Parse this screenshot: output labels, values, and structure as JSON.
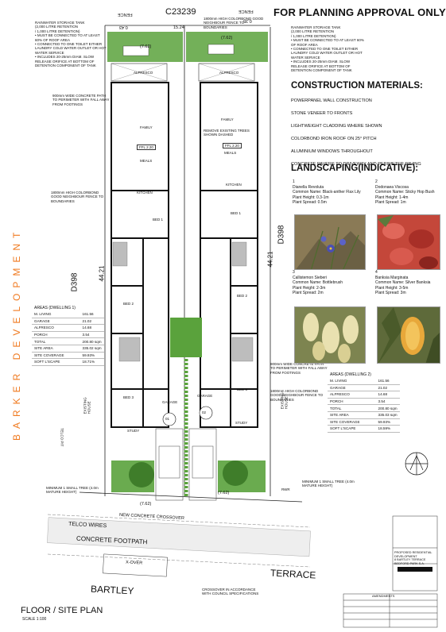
{
  "header": {
    "lot_label": "C23239",
    "approval_text": "FOR PLANNING APPROVAL ONLY",
    "side_label": "BARKER DEVELOPMENT"
  },
  "notes": {
    "rainwater_left": [
      "RAINWATER STORAGE TANK",
      "(2,000 LITRE RETENTION",
      "/ 1,000 LITRE DETENTION)",
      "• MUST BE CONNECTED TO AT LEAST 60% OF ROOF AREA",
      "• CONNECTED TO ONE TOILET EITHER LAUNDRY COLD WATER OUTLET OR HOT WATER SERVICE",
      "• INCLUDES 20-25mm DIAM. SLOW RELEASE ORIFICE AT BOTTOM OF DETENTION COMPONENT OF TANK"
    ],
    "rainwater_right": [
      "RAINWATER STORAGE TANK",
      "(2,000 LITRE RETENTION",
      "/ 1,000 LITRE DETENTION)",
      "• MUST BE CONNECTED TO AT LEAST 60% OF ROOF AREA",
      "• CONNECTED TO ONE TOILET EITHER LAUNDRY COLD WATER OUTLET OR HOT WATER SERVICE",
      "• INCLUDES 20-25mm DIAM. SLOW RELEASE ORIFICE AT BOTTOM OF DETENTION COMPONENT OF TANK"
    ],
    "fence_top": "1800mm HIGH COLORBOND GOOD NEIGHBOUR FENCE TO BOUNDARIES",
    "path_left": "900mm WIDE CONCRETE PATH TO PERIMETER WITH FALL AWAY FROM FOOTINGS",
    "fence_left": "1800mm HIGH COLORBOND GOOD NEIGHBOUR FENCE TO BOUNDARIES",
    "remove_trees": "REMOVE EXISTING TREES SHOWN DASHED",
    "path_right": "900mm WIDE CONCRETE PATH TO PERIMETER WITH FALL AWAY FROM FOOTINGS",
    "fence_right": "1800mm HIGH COLORBOND GOOD NEIGHBOUR FENCE TO BOUNDARIES",
    "min_tree_left": "MINIMUM 1 SMALL TREE (4.0m MATURE HEIGHT)",
    "min_tree_right": "MINIMUM 1 SMALL TREE (4.0m MATURE HEIGHT)",
    "crossover": "CROSSOVER IN ACCORDANCE WITH COUNCIL SPECIFICATIONS"
  },
  "materials": {
    "title": "CONSTRUCTION MATERIALS:",
    "items": [
      "POWERPANEL WALL CONSTRUCTION",
      "STONE VENEER TO FRONTS",
      "LIGHTWEIGHT CLADDING WHERE SHOWN",
      "COLORBOND IRON ROOF ON 25° PITCH",
      "ALUMINIUM WINDOWS THROUGHOUT",
      "CONCRETE PAVERS TO DRIVEWAY AND PERIMETER PAVING"
    ]
  },
  "landscaping": {
    "title": "LANDSCAPING(INDICATIVE):",
    "plants": [
      {
        "num": "1",
        "name": "Dianella Revoluta",
        "common": "Common Name: Black-anther Flax Lily",
        "height": "Plant Height: 0.3-1m",
        "spread": "Plant Spread: 0.5m"
      },
      {
        "num": "2",
        "name": "Dodonaea Viscosa",
        "common": "Common Name: Sticky Hop Bush",
        "height": "Plant Height: 1-4m",
        "spread": "Plant Spread: 1m"
      },
      {
        "num": "3",
        "name": "Callistemon Sieberi",
        "common": "Common Name: Bottlebrush",
        "height": "Plant Height: 2-3m",
        "spread": "Plant Spread: 2m"
      },
      {
        "num": "4",
        "name": "Banksia Marginata",
        "common": "Common Name: Silver Banksia",
        "height": "Plant Height: 3-5m",
        "spread": "Plant Spread: 3m"
      }
    ]
  },
  "areas_1": {
    "title": "AREAS (DWELLING 1)",
    "rows": [
      [
        "M. LIVING",
        "161.56"
      ],
      [
        "GARAGE",
        "21.02"
      ],
      [
        "ALFRESCO",
        "14.68"
      ],
      [
        "PORCH",
        "3.54"
      ]
    ],
    "total": [
      "TOTAL",
      "200.80 sqm"
    ],
    "site": [
      [
        "SITE AREA",
        "335.02 sqm"
      ],
      [
        "SITE COVERAGE",
        "59.93%"
      ],
      [
        "SOFT L'SCAPE",
        "18.71%"
      ]
    ]
  },
  "areas_2": {
    "title": "AREAS (DWELLING 2)",
    "rows": [
      [
        "M. LIVING",
        "161.56"
      ],
      [
        "GARAGE",
        "21.02"
      ],
      [
        "ALFRESCO",
        "14.68"
      ],
      [
        "PORCH",
        "3.54"
      ]
    ],
    "total": [
      "TOTAL",
      "200.80 sqm"
    ],
    "site": [
      [
        "SITE AREA",
        "335.03 sqm"
      ],
      [
        "SITE COVERAGE",
        "59.93%"
      ],
      [
        "SOFT L'SCAPE",
        "18.59%"
      ]
    ]
  },
  "plan": {
    "fence_top_left": "FENCE",
    "fence_top_right": "FENCE",
    "dim_043": "0.43",
    "dim_035": "0.35",
    "dim_1524": "15.24",
    "dim_762_a": "(7.62)",
    "dim_762_b": "(7.62)",
    "dim_762_c": "(7.62)",
    "dim_762_d": "(7.62)",
    "dim_4421_a": "44.21",
    "dim_4421_b": "44.21",
    "d398_a": "D398",
    "d398_b": "D398",
    "rooms_left": [
      "FAMILY",
      "MEALS",
      "KITCHEN",
      "BED 1",
      "BED 2",
      "BED 3",
      "GARAGE",
      "STUDY",
      "ALFRESCO"
    ],
    "rooms_right": [
      "FAMILY",
      "MEALS",
      "KITCHEN",
      "BED 1",
      "BED 2",
      "BED 3",
      "GARAGE",
      "STUDY",
      "ALFRESCO"
    ],
    "ffl_left": "FFL 2.20",
    "ffl_right": "FFL 2.20",
    "unit_1": "01",
    "unit_2": "02",
    "existing_house_left": "EXISTING HOUSE",
    "existing_house_right": "EXISTING HOUSE",
    "telco_left": "TELCO PIT",
    "street_names": [
      "BARTLEY",
      "TERRACE"
    ],
    "conc_footpath": "CONCRETE FOOTPATH",
    "telco_wires": "TELCO WIRES",
    "new_crossover": "NEW CONCRETE CROSSOVER",
    "x_over": "X-OVER",
    "rwr": "RWR"
  },
  "footer": {
    "title": "FLOOR / SITE PLAN",
    "scale": "SCALE 1:100",
    "amendments": "AMENDMENTS",
    "project_lines": [
      "PROPOSED RESIDENTIAL DEVELOPMENT",
      "8 BARTLEY TERRACE",
      "BEDFORD PARK S.A."
    ]
  }
}
